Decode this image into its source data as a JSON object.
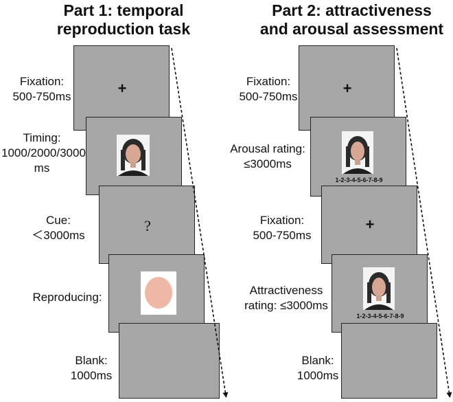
{
  "part1": {
    "title": "Part 1: temporal\nreproduction task",
    "steps": [
      {
        "label": "Fixation:\n500-750ms",
        "content": "+"
      },
      {
        "label": "Timing:\n1000/2000/3000\nms",
        "content": "face-photo"
      },
      {
        "label": "Cue:\n＜3000ms",
        "content": "?"
      },
      {
        "label": "Reproducing:",
        "content": "oval"
      },
      {
        "label": "Blank:\n1000ms",
        "content": ""
      }
    ]
  },
  "part2": {
    "title": "Part 2: attractiveness\nand arousal assessment",
    "steps": [
      {
        "label": "Fixation:\n500-750ms",
        "content": "+"
      },
      {
        "label": "Arousal rating:\n≤3000ms",
        "content": "face-photo",
        "scale": "1-2-3-4-5-6-7-8-9"
      },
      {
        "label": "Fixation:\n500-750ms",
        "content": "+"
      },
      {
        "label": "Attractiveness\nrating: ≤3000ms",
        "content": "face-photo",
        "scale": "1-2-3-4-5-6-7-8-9"
      },
      {
        "label": "Blank:\n1000ms",
        "content": ""
      }
    ]
  },
  "colors": {
    "screen": "#a7a7a7",
    "oval": "#efb8a6",
    "border": "#222222"
  }
}
